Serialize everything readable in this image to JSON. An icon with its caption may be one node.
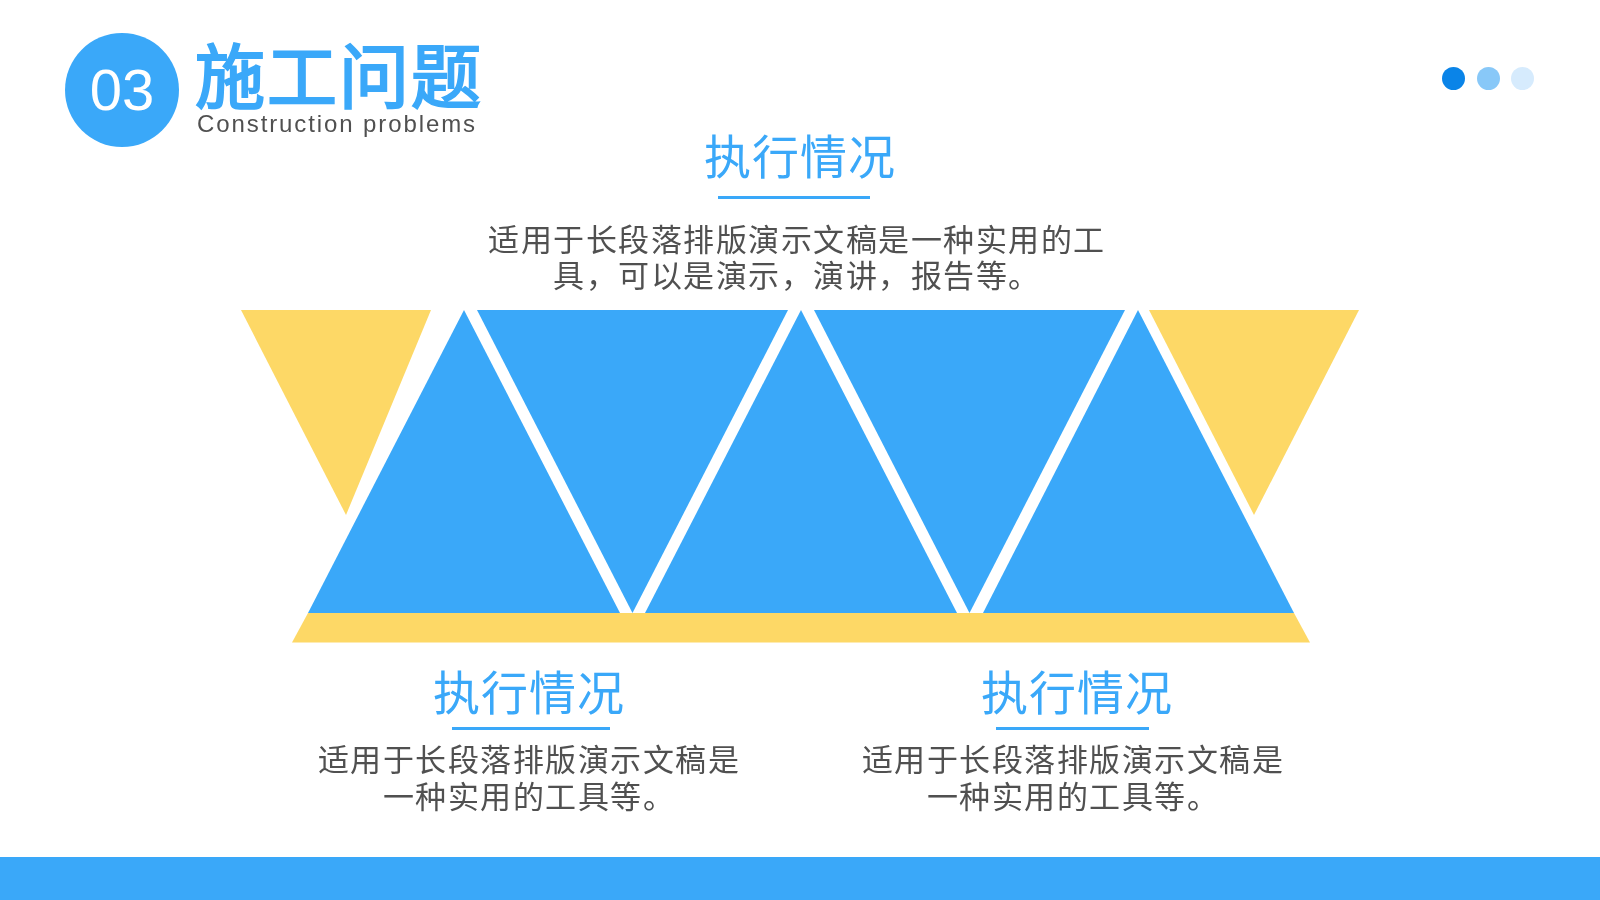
{
  "diagram": {
    "title": "施工问题",
    "nodes": [
      {
        "text": [
          "03"
        ]
      }
    ],
    "labels": [
      "Construction problems",
      "执行情况",
      "适用于长段落排版演示文稿是一种实用的工具，可以是演示，演讲，报告等。",
      "执行情况",
      "适用于长段落排版演示文稿是一种实用的工具等。",
      "执行情况",
      "适用于长段落排版演示文稿是一种实用的工具等。"
    ]
  }
}
